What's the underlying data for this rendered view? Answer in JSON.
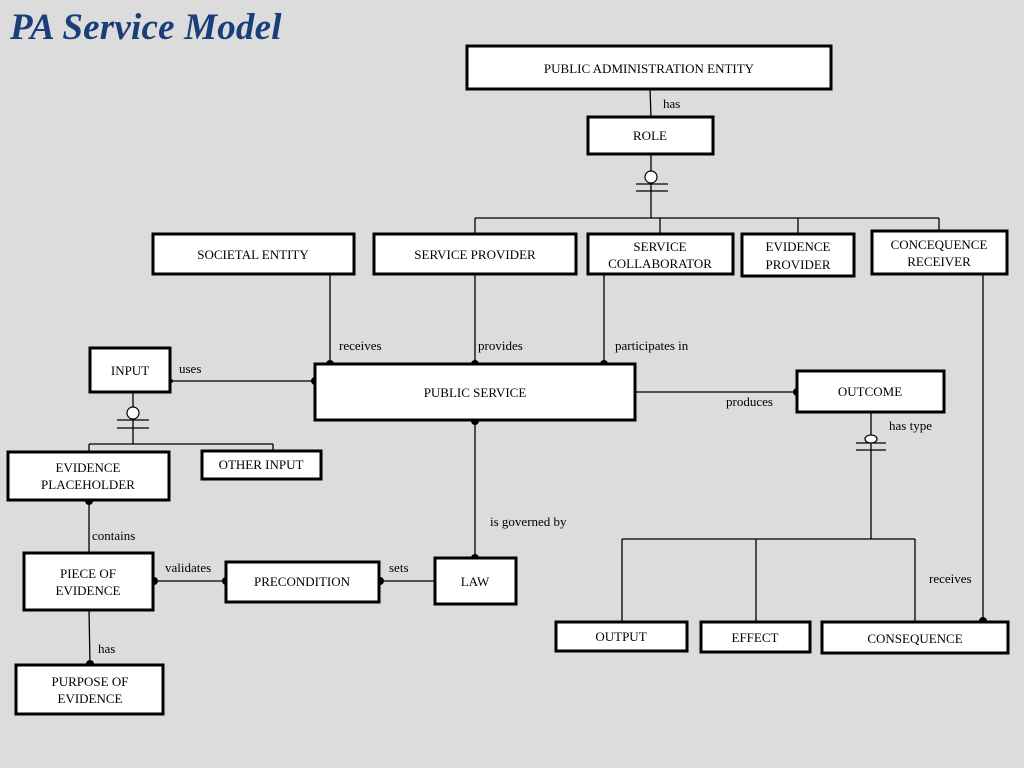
{
  "title": "PA Service Model",
  "entities": {
    "pae": "PUBLIC ADMINISTRATION ENTITY",
    "role": "ROLE",
    "societal": "SOCIETAL ENTITY",
    "provider": "SERVICE PROVIDER",
    "collaborator": [
      "SERVICE",
      "COLLABORATOR"
    ],
    "evidence_provider": [
      "EVIDENCE",
      "PROVIDER"
    ],
    "consequence_receiver": [
      "CONCEQUENCE",
      "RECEIVER"
    ],
    "input": "INPUT",
    "public_service": "PUBLIC SERVICE",
    "outcome": "OUTCOME",
    "evidence_placeholder": [
      "EVIDENCE",
      "PLACEHOLDER"
    ],
    "other_input": "OTHER INPUT",
    "piece_of_evidence": [
      "PIECE OF",
      "EVIDENCE"
    ],
    "precondition": "PRECONDITION",
    "law": "LAW",
    "purpose_of_evidence": [
      "PURPOSE OF",
      "EVIDENCE"
    ],
    "output": "OUTPUT",
    "effect": "EFFECT",
    "consequence": "CONSEQUENCE"
  },
  "relations": {
    "has_role": "has",
    "receives_service": "receives",
    "provides": "provides",
    "participates_in": "participates in",
    "uses": "uses",
    "produces": "produces",
    "has_type": "has type",
    "is_governed_by": "is governed by",
    "contains": "contains",
    "validates": "validates",
    "sets": "sets",
    "has_purpose": "has",
    "receives_consequence": "receives"
  }
}
